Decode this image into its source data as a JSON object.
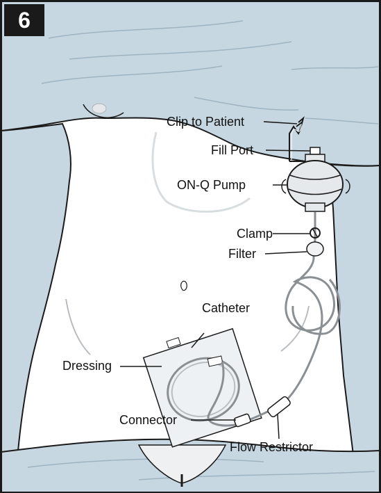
{
  "step_number": "6",
  "labels": {
    "clip_to_patient": "Clip to Patient",
    "fill_port": "Fill Port",
    "on_q_pump": "ON-Q Pump",
    "clamp": "Clamp",
    "filter": "Filter",
    "catheter": "Catheter",
    "dressing": "Dressing",
    "connector": "Connector",
    "flow_restrictor": "Flow Restrictor"
  },
  "colors": {
    "drape": "#c7d7e1",
    "drape_fold": "#9eb3c2",
    "skin": "#ffffff",
    "outline": "#1a1a1a",
    "tubing": "#8a8f94",
    "pump_body": "#e6e9ec"
  }
}
